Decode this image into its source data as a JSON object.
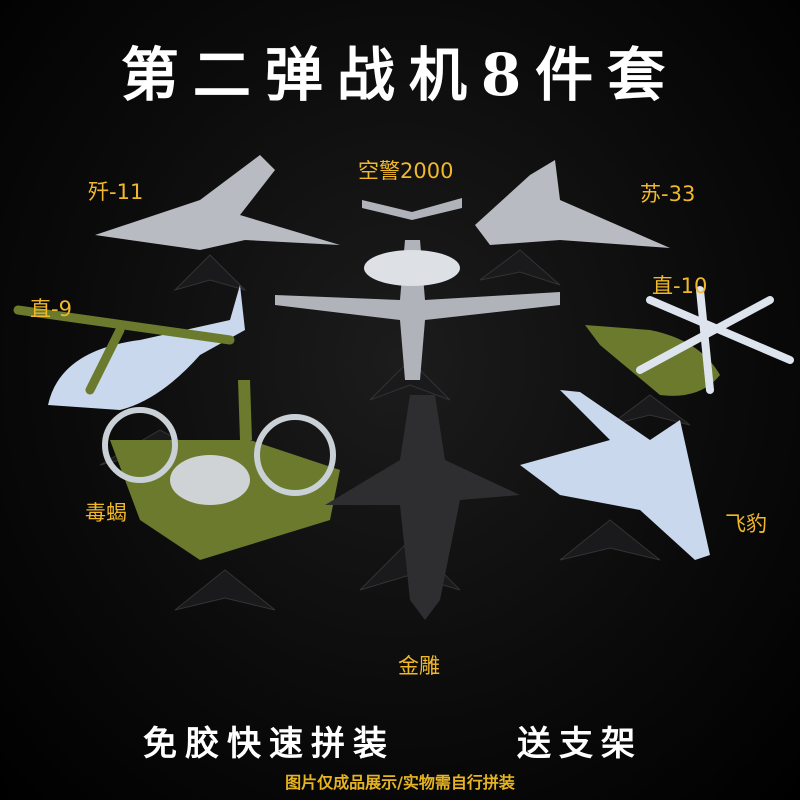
{
  "title": "第二弹战机8件套",
  "models": [
    {
      "id": "j11",
      "label": "歼-11"
    },
    {
      "id": "kj2000",
      "label": "空警2000"
    },
    {
      "id": "su33",
      "label": "苏-33"
    },
    {
      "id": "z9",
      "label": "直-9"
    },
    {
      "id": "z10",
      "label": "直-10"
    },
    {
      "id": "scorpion",
      "label": "毒蝎"
    },
    {
      "id": "jh7",
      "label": "飞豹"
    },
    {
      "id": "golden-eagle",
      "label": "金雕"
    }
  ],
  "footer": {
    "feature": "免胶快速拼装",
    "gift": "送支架",
    "disclaimer": "图片仅成品展示/实物需自行拼装"
  },
  "colors": {
    "label": "#f0b82a",
    "gray_model": "#b8bcc2",
    "blue_model": "#c9d8ec",
    "green_model": "#6b7a2c",
    "black_model": "#2e2e30"
  }
}
